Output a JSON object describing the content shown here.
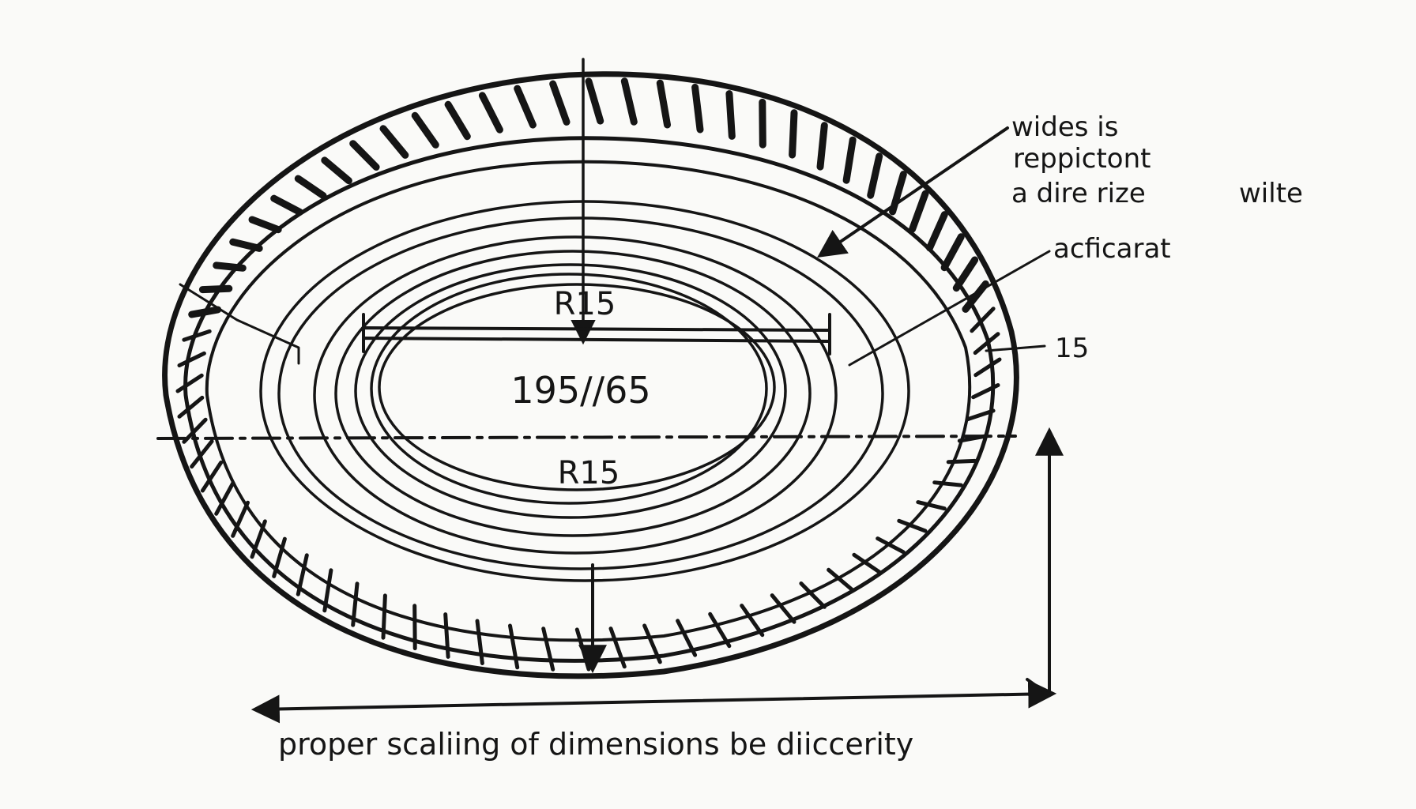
{
  "diagram": {
    "labels": {
      "top_radius": "R15",
      "tire_size": "195//65",
      "lower_radius": "R15",
      "side_number": "15",
      "annotation_accuracy": "acficarat",
      "annotation_line1": "wides is",
      "annotation_line2": "reppictont",
      "annotation_line3": "a  dire  rize",
      "annotation_line3b": "wilte",
      "caption": "proper scaliing of dimensions be diiccerity"
    },
    "colors": {
      "ink": "#151515",
      "paper": "#fafaf8"
    }
  }
}
